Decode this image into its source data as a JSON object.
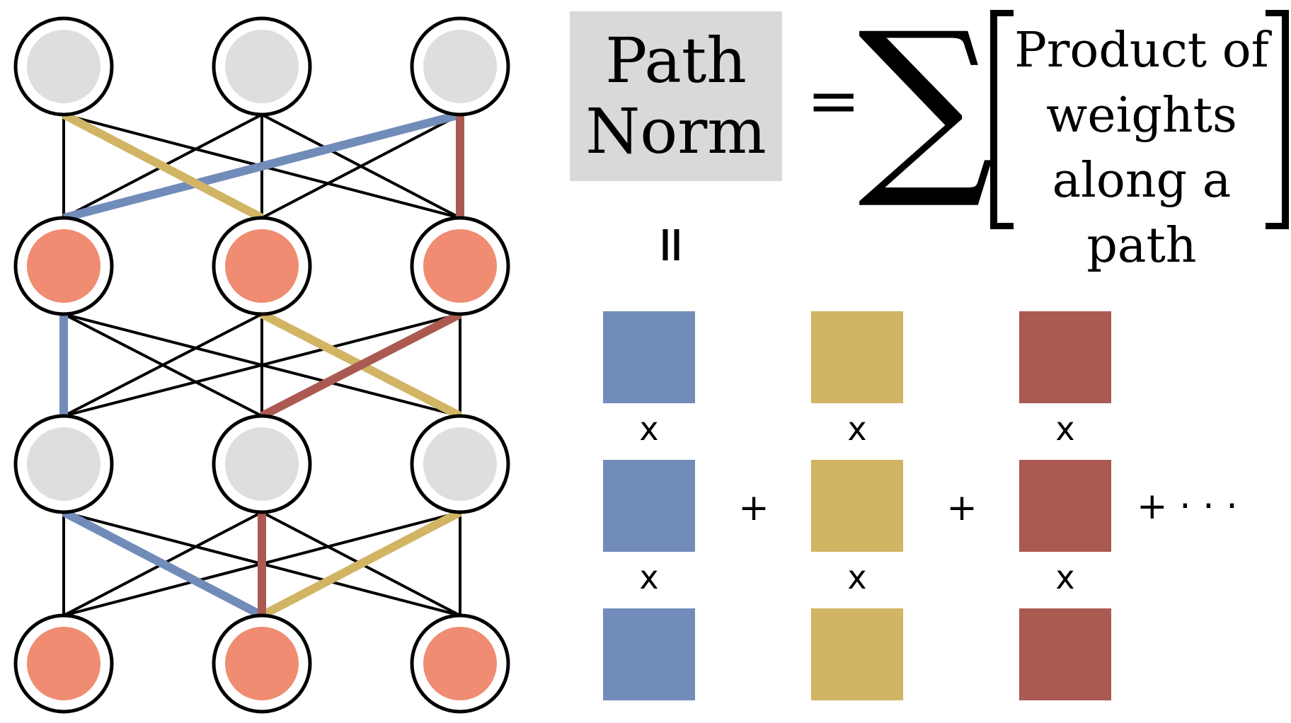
{
  "equation": {
    "lhs_lines": [
      "Path",
      "Norm"
    ],
    "equals": "=",
    "sum": "∑",
    "bracket_lines": [
      "Product of",
      "weights",
      "along a path"
    ],
    "vertical_equals": "=",
    "times": "x",
    "plus": "+",
    "ellipsis": "+ · · ·"
  },
  "network": {
    "layers": 4,
    "nodes_per_layer": 3,
    "layer_fill": [
      "#dedede",
      "#ef8c71",
      "#dedede",
      "#ef8c71"
    ]
  },
  "colors": {
    "blue": "#728cb9",
    "gold": "#d1b464",
    "red": "#ab5a52",
    "grey_box": "#d9d9d9"
  },
  "paths": [
    {
      "color": "blue",
      "nodes": [
        2,
        0,
        0,
        1
      ]
    },
    {
      "color": "gold",
      "nodes": [
        0,
        1,
        2,
        1
      ]
    },
    {
      "color": "red",
      "nodes": [
        2,
        2,
        1,
        1
      ]
    }
  ]
}
